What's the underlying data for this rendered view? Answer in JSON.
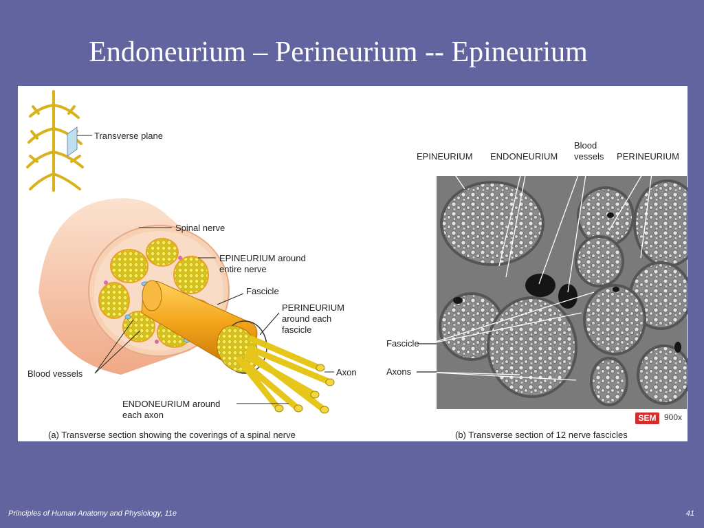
{
  "title": "Endoneurium – Perineurium -- Epineurium",
  "panel_a": {
    "labels": {
      "transverse_plane": "Transverse plane",
      "spinal_nerve": "Spinal nerve",
      "epineurium": "EPINEURIUM around\nentire nerve",
      "fascicle": "Fascicle",
      "perineurium": "PERINEURIUM\naround each\nfascicle",
      "blood_vessels": "Blood vessels",
      "axon": "Axon",
      "endoneurium": "ENDONEURIUM around\neach axon"
    },
    "caption": "(a) Transverse section showing the coverings of a spinal nerve"
  },
  "panel_b": {
    "labels": {
      "epineurium": "EPINEURIUM",
      "endoneurium": "ENDONEURIUM",
      "blood_vessels": "Blood\nvessels",
      "perineurium": "PERINEURIUM",
      "fascicle": "Fascicle",
      "axons": "Axons"
    },
    "sem_badge": "SEM",
    "magnification": "900x",
    "caption": "(b) Transverse section of 12 nerve fascicles"
  },
  "footer": {
    "source": "Principles of Human Anatomy and Physiology, 11e",
    "page_number": "41"
  },
  "colors": {
    "background": "#6264a0",
    "panel": "#ffffff",
    "nerve_yellow": "#f2c21a",
    "sheath_pink": "#f7c9a6",
    "sem_badge": "#d12d2d"
  }
}
